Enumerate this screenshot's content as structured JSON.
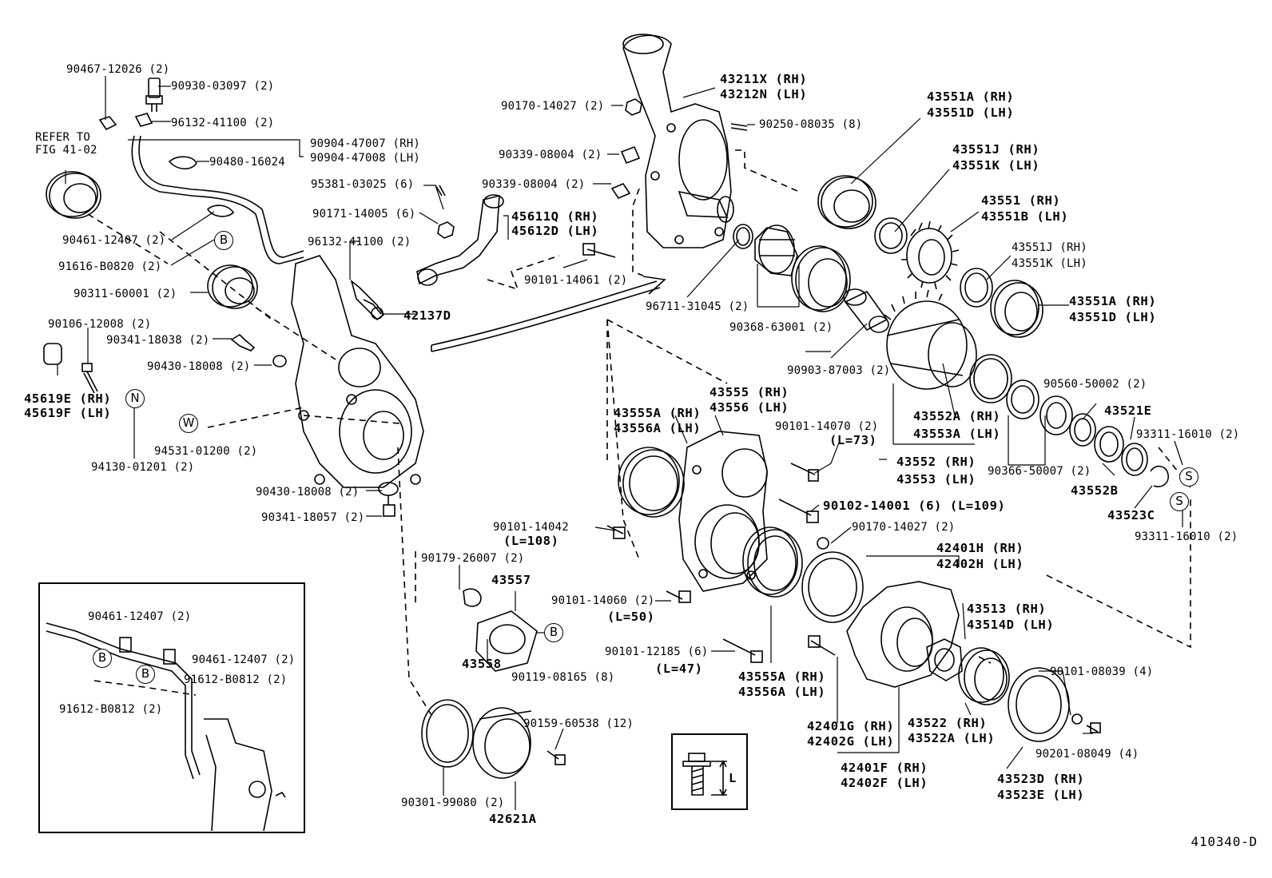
{
  "labels": {
    "p90467": "90467-12026 (2)",
    "p90930": "90930-03097 (2)",
    "p96132a": "96132-41100 (2)",
    "refer": "REFER TO",
    "fig": "FIG 41-02",
    "p90904rh": "90904-47007 (RH)",
    "p90904lh": "90904-47008 (LH)",
    "p90480": "90480-16024",
    "p90461": "90461-12407 (2)",
    "p91616": "91616-B0820 (2)",
    "p90311": "90311-60001 (2)",
    "p90106": "90106-12008 (2)",
    "p90341a": "90341-18038 (2)",
    "p90430a": "90430-18008 (2)",
    "p45619e": "45619E (RH)",
    "p45619f": "45619F (LH)",
    "p94130": "94130-01201 (2)",
    "p94531": "94531-01200 (2)",
    "p90430b": "90430-18008 (2)",
    "p90341b": "90341-18057 (2)",
    "p95381": "95381-03025 (6)",
    "p90171": "90171-14005 (6)",
    "p96132b": "96132-41100 (2)",
    "p42137d": "42137D",
    "p90170a": "90170-14027 (2)",
    "p90339a": "90339-08004 (2)",
    "p90339b": "90339-08004 (2)",
    "p45611q": "45611Q (RH)",
    "p45612d": "45612D (LH)",
    "p90101_14061": "90101-14061 (2)",
    "p43211x": "43211X (RH)",
    "p43212n": "43212N (LH)",
    "p90250": "90250-08035 (8)",
    "p96711": "96711-31045 (2)",
    "p90368": "90368-63001 (2)",
    "p90903": "90903-87003 (2)",
    "p43551a_rh": "43551A (RH)",
    "p43551d_lh": "43551D (LH)",
    "p43551j_rh": "43551J (RH)",
    "p43551k_lh": "43551K (LH)",
    "p43551_rh": "43551  (RH)",
    "p43551b_lh": "43551B (LH)",
    "p43551j_rh2": "43551J (RH)",
    "p43551k_lh2": "43551K (LH)",
    "p43551a_rh2": "43551A (RH)",
    "p43551d_lh2": "43551D (LH)",
    "p90560": "90560-50002 (2)",
    "p43521e": "43521E",
    "p43552a": "43552A (RH)",
    "p43553a": "43553A (LH)",
    "p43552": "43552 (RH)",
    "p43553": "43553 (LH)",
    "p90366": "90366-50007 (2)",
    "p43552b": "43552B",
    "p93311a": "93311-16010 (2)",
    "p43523c": "43523C",
    "p93311b": "93311-16010 (2)",
    "p43555a_rh": "43555A (RH)",
    "p43556a_lh": "43556A (LH)",
    "p43555_rh": "43555 (RH)",
    "p43556_lh": "43556 (LH)",
    "p90101_14070": "90101-14070 (2)",
    "l73": "(L=73)",
    "p90102": "90102-14001 (6)  (L=109)",
    "p90170b": "90170-14027 (2)",
    "p90101_14042": "90101-14042",
    "l108": "(L=108)",
    "p90179": "90179-26007 (2)",
    "p43557": "43557",
    "p43558": "43558",
    "p90119": "90119-08165 (8)",
    "p90101_14060": "90101-14060 (2)",
    "l50": "(L=50)",
    "p90101_12185": "90101-12185 (6)",
    "l47": "(L=47)",
    "p43555a_rh2": "43555A (RH)",
    "p43556a_lh2": "43556A (LH)",
    "p42401h": "42401H (RH)",
    "p42402h": "42402H (LH)",
    "p43513": "43513  (RH)",
    "p43514d": "43514D (LH)",
    "p90101_08039": "90101-08039 (4)",
    "p42401g": "42401G (RH)",
    "p42402g": "42402G (LH)",
    "p43522": "43522   (RH)",
    "p43522a": "43522A (LH)",
    "p90201": "90201-08049 (4)",
    "p42401f": "42401F (RH)",
    "p42402f": "42402F (LH)",
    "p43523d": "43523D (RH)",
    "p43523e": "43523E (LH)",
    "p90159": "90159-60538 (12)",
    "p90301": "90301-99080 (2)",
    "p42621a": "42621A",
    "inset_90461a": "90461-12407 (2)",
    "inset_90461b": "90461-12407 (2)",
    "inset_91612a": "91612-B0812 (2)",
    "inset_91612b": "91612-B0812 (2)",
    "bolt_len": "L",
    "figure_id": "410340-D"
  },
  "markers": {
    "B": "B",
    "N": "N",
    "W": "W",
    "S": "S"
  }
}
